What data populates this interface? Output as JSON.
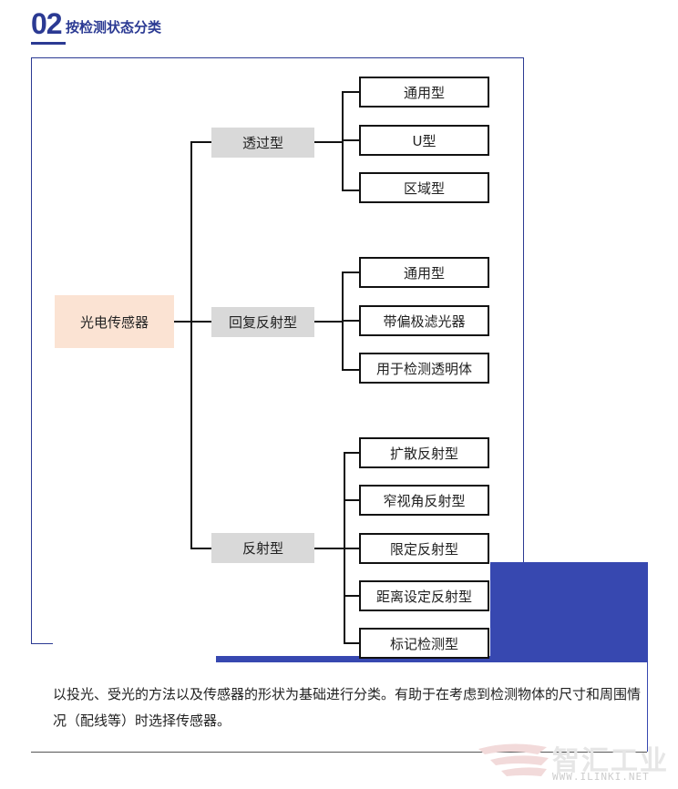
{
  "header": {
    "number": "02",
    "title": "按检测状态分类"
  },
  "tree": {
    "root": "光电传感器",
    "groups": [
      {
        "label": "透过型",
        "leaves": [
          "通用型",
          "U型",
          "区域型"
        ]
      },
      {
        "label": "回复反射型",
        "leaves": [
          "通用型",
          "带偏极滤光器",
          "用于检测透明体"
        ]
      },
      {
        "label": "反射型",
        "leaves": [
          "扩散反射型",
          "窄视角反射型",
          "限定反射型",
          "距离设定反射型",
          "标记检测型"
        ]
      }
    ]
  },
  "description": "以投光、受光的方法以及传感器的形状为基础进行分类。有助于在考虑到检测物体的尺寸和周围情况（配线等）时选择传感器。",
  "watermark": {
    "text": "智汇工业",
    "url": "WWW.ILINKI.NET"
  },
  "colors": {
    "accent": "#2b3a93",
    "block": "#3748b0",
    "root_fill": "#fbe3d3",
    "group_fill": "#d9d9d9"
  }
}
